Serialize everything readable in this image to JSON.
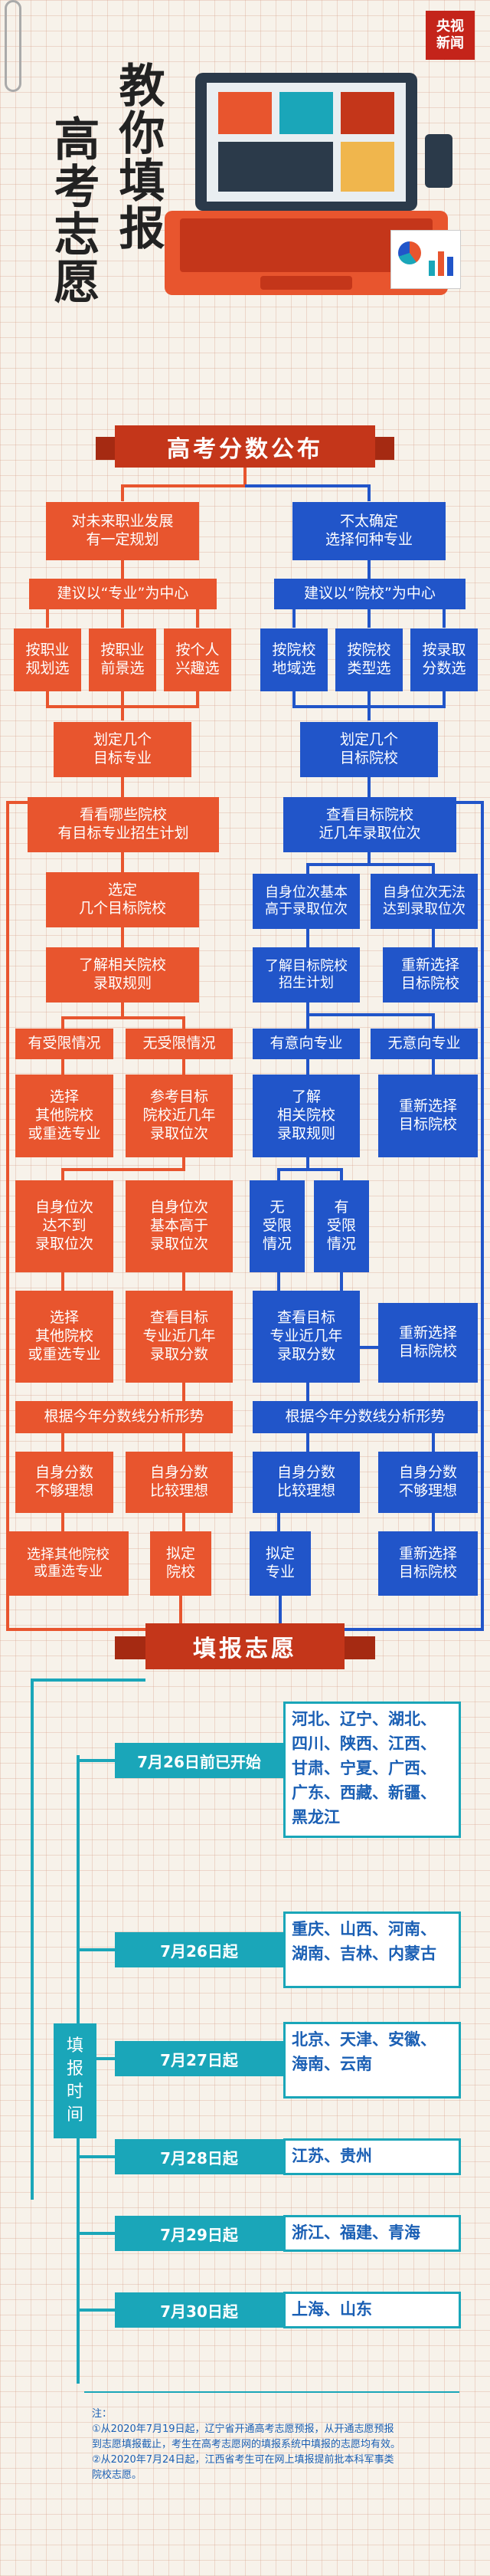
{
  "logo": {
    "line1": "央视",
    "line2": "新闻"
  },
  "title": {
    "col1": "教你填报",
    "col2": "高考志愿"
  },
  "banner1": "高考分数公布",
  "left": {
    "q": "对未来职业发展\n有一定规划",
    "center": "建议以“专业”为中心",
    "opts": [
      "按职业\n规划选",
      "按职业\n前景选",
      "按个人\n兴趣选"
    ],
    "s1": "划定几个\n目标专业",
    "s2": "看看哪些院校\n有目标专业招生计划",
    "s3": "选定\n几个目标院校",
    "s4": "了解相关院校\n录取规则",
    "limit": [
      "有受限情况",
      "无受限情况"
    ],
    "b1": [
      "选择\n其他院校\n或重选专业",
      "参考目标\n院校近几年\n录取位次"
    ],
    "b2": [
      "自身位次\n达不到\n录取位次",
      "自身位次\n基本高于\n录取位次"
    ],
    "b3": [
      "选择\n其他院校\n或重选专业",
      "查看目标\n专业近几年\n录取分数"
    ],
    "trend": "根据今年分数线分析形势",
    "b4": [
      "自身分数\n不够理想",
      "自身分数\n比较理想"
    ],
    "b5": [
      "选择其他院校\n或重选专业",
      "拟定\n院校"
    ]
  },
  "right": {
    "q": "不太确定\n选择何种专业",
    "center": "建议以“院校”为中心",
    "opts": [
      "按院校\n地域选",
      "按院校\n类型选",
      "按录取\n分数选"
    ],
    "s1": "划定几个\n目标院校",
    "s2": "查看目标院校\n近几年录取位次",
    "s3": [
      "自身位次基本\n高于录取位次",
      "自身位次无法\n达到录取位次"
    ],
    "s4": [
      "了解目标院校\n招生计划",
      "重新选择\n目标院校"
    ],
    "intent": [
      "有意向专业",
      "无意向专业"
    ],
    "b1": [
      "了解\n相关院校\n录取规则",
      "重新选择\n目标院校"
    ],
    "b2": [
      "无\n受限\n情况",
      "有\n受限\n情况"
    ],
    "b3": [
      "查看目标\n专业近几年\n录取分数",
      "重新选择\n目标院校"
    ],
    "trend": "根据今年分数线分析形势",
    "b4": [
      "自身分数\n比较理想",
      "自身分数\n不够理想"
    ],
    "b5": [
      "拟定\n专业",
      "重新选择\n目标院校"
    ]
  },
  "banner2": "填报志愿",
  "timeline_label": "填\n报\n时\n间",
  "schedule": [
    {
      "date": "7月26日前已开始",
      "provinces": "河北、辽宁、湖北、\n四川、陕西、江西、\n甘肃、宁夏、广西、\n广东、西藏、新疆、\n黑龙江"
    },
    {
      "date": "7月26日起",
      "provinces": "重庆、山西、河南、\n湖南、吉林、内蒙古"
    },
    {
      "date": "7月27日起",
      "provinces": "北京、天津、安徽、\n海南、云南"
    },
    {
      "date": "7月28日起",
      "provinces": "江苏、贵州"
    },
    {
      "date": "7月29日起",
      "provinces": "浙江、福建、青海"
    },
    {
      "date": "7月30日起",
      "provinces": "上海、山东"
    }
  ],
  "notes": "注：\n①从2020年7月19日起，辽宁省开通高考志愿预报，从开通志愿预报\n到志愿填报截止，考生在高考志愿网的填报系统中填报的志愿均有效。\n②从2020年7月24日起，江西省考生可在网上填报提前批本科军事类\n院校志愿。"
}
